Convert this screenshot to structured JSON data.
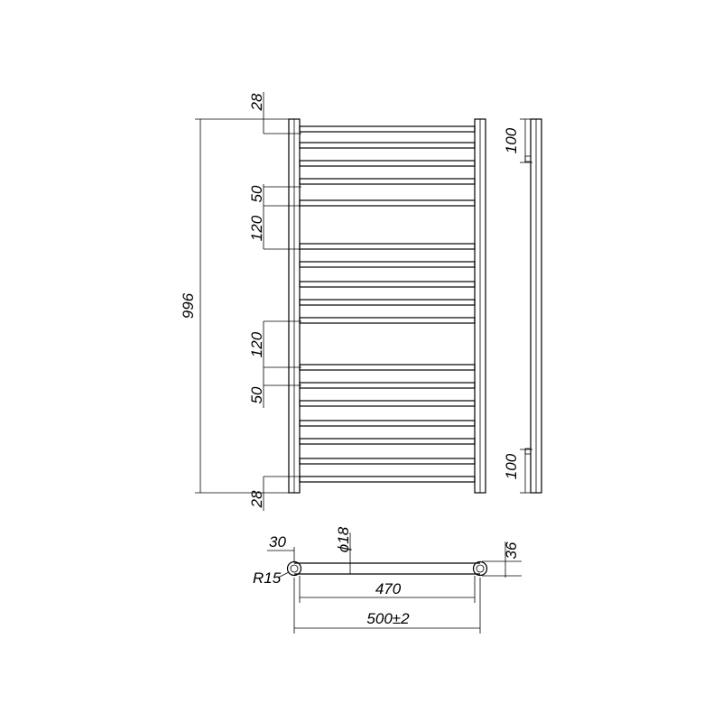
{
  "front_view": {
    "overall_height": "996",
    "top_offset": "28",
    "bottom_offset": "28",
    "upper_gap_small": "50",
    "upper_gap_large": "120",
    "lower_gap_large": "120",
    "lower_gap_small": "50"
  },
  "side_view": {
    "top_bracket": "100",
    "bottom_bracket": "100"
  },
  "top_view": {
    "offset": "30",
    "pipe_diameter": "ϕ18",
    "radius": "R15",
    "depth": "36",
    "inner_width": "470",
    "overall_width": "500±2"
  },
  "colors": {
    "line": "#000000",
    "background": "#ffffff"
  }
}
